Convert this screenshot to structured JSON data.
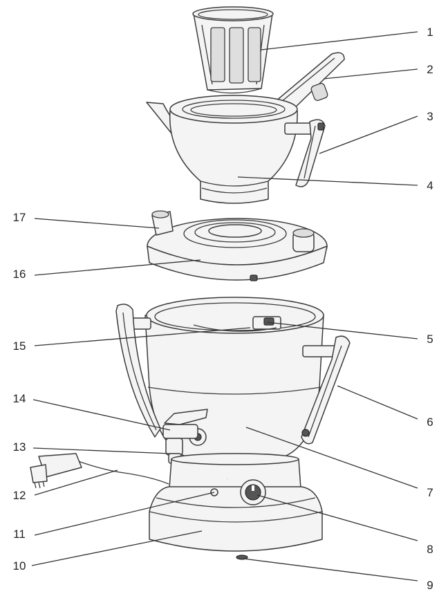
{
  "diagram": {
    "callouts": [
      {
        "id": "1",
        "label": "1"
      },
      {
        "id": "2",
        "label": "2"
      },
      {
        "id": "3",
        "label": "3"
      },
      {
        "id": "4",
        "label": "4"
      },
      {
        "id": "5",
        "label": "5"
      },
      {
        "id": "6",
        "label": "6"
      },
      {
        "id": "7",
        "label": "7"
      },
      {
        "id": "8",
        "label": "8"
      },
      {
        "id": "9",
        "label": "9"
      },
      {
        "id": "10",
        "label": "10"
      },
      {
        "id": "11",
        "label": "11"
      },
      {
        "id": "12",
        "label": "12"
      },
      {
        "id": "13",
        "label": "13"
      },
      {
        "id": "14",
        "label": "14"
      },
      {
        "id": "15",
        "label": "15"
      },
      {
        "id": "16",
        "label": "16"
      },
      {
        "id": "17",
        "label": "17"
      }
    ],
    "colors": {
      "line": "#3a3a3a",
      "fill": "#f4f4f4",
      "background": "#ffffff"
    }
  }
}
